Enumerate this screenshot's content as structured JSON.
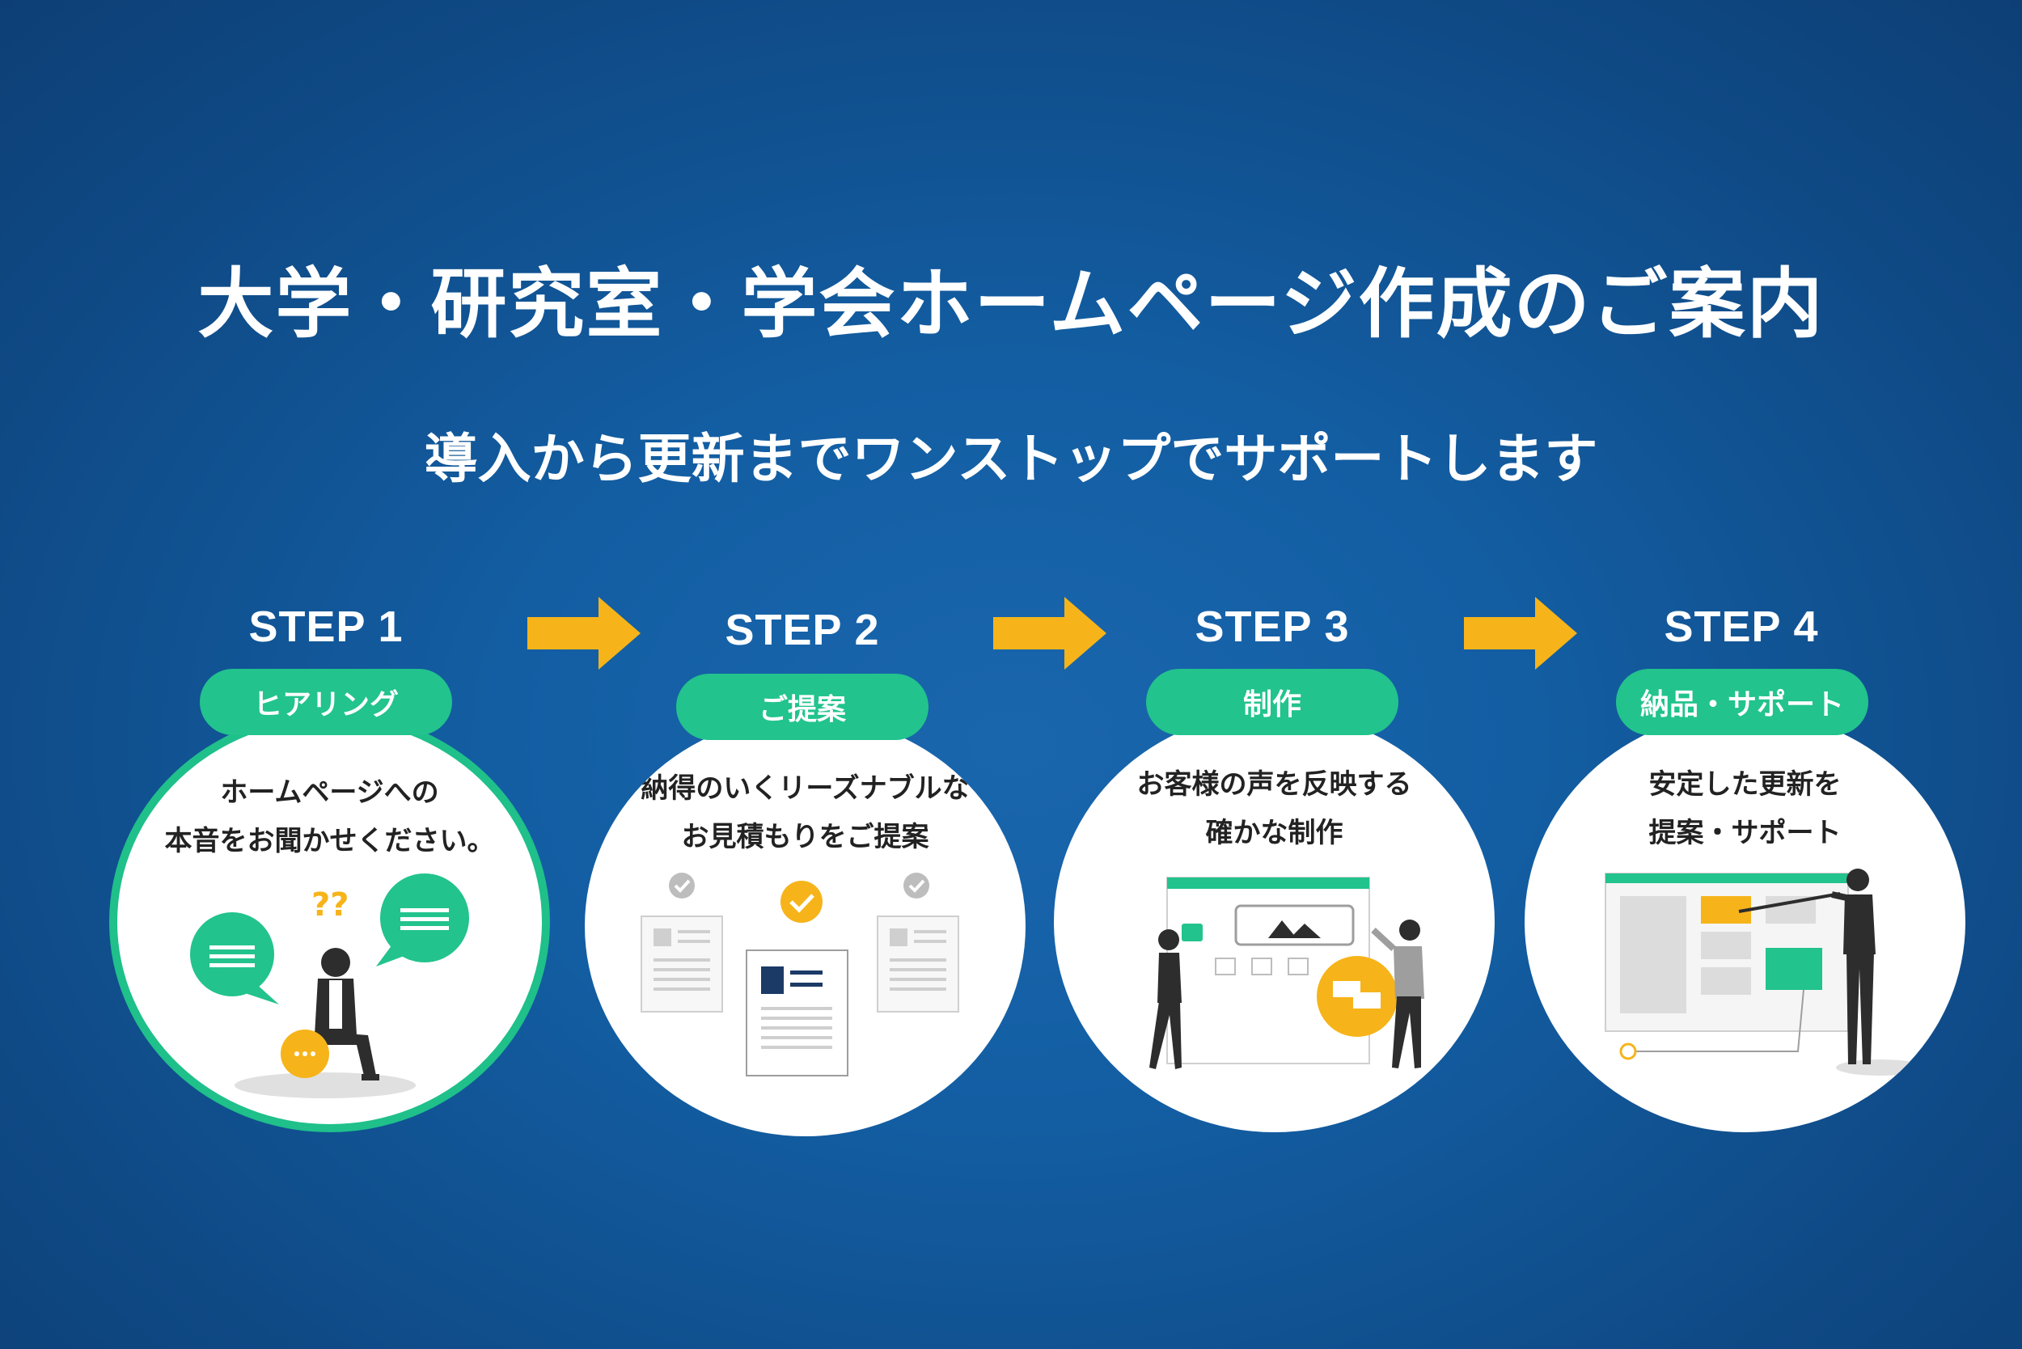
{
  "title": "大学・研究室・学会ホームページ作成のご案内",
  "subtitle": "導入から更新までワンストップでサポートします",
  "steps": [
    {
      "label": "STEP 1",
      "tag": "ヒアリング",
      "line1": "ホームページへの",
      "line2": "本音をお聞かせください。",
      "question_marks": "??"
    },
    {
      "label": "STEP 2",
      "tag": "ご提案",
      "line1": "納得のいくリーズナブルな",
      "line2": "お見積もりをご提案"
    },
    {
      "label": "STEP 3",
      "tag": "制作",
      "line1": "お客様の声を反映する",
      "line2": "確かな制作"
    },
    {
      "label": "STEP 4",
      "tag": "納品・サポート",
      "line1": "安定した更新を",
      "line2": "提案・サポート"
    }
  ],
  "colors": {
    "accent_green": "#22c38d",
    "arrow_yellow": "#f6b41a",
    "background": "#135ea3"
  },
  "icons": [
    "arrow-right-icon",
    "speech-bubble-icon",
    "check-icon",
    "document-icon",
    "image-icon",
    "presentation-board-icon"
  ]
}
